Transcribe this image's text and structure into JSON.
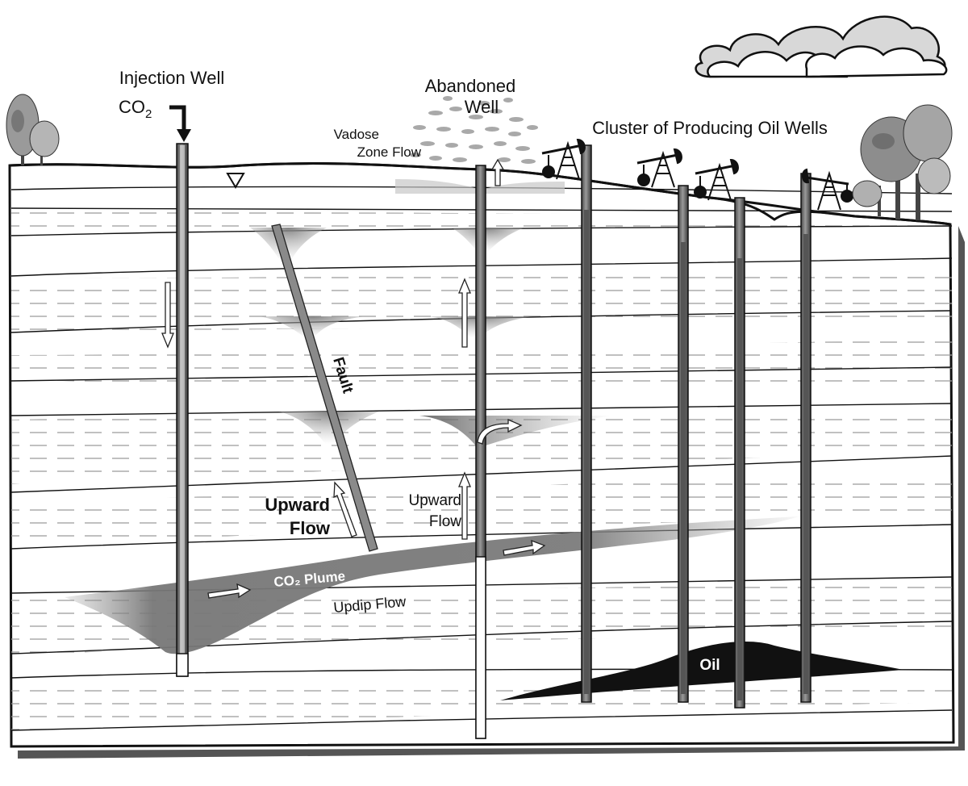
{
  "labels": {
    "injection_well": "Injection Well",
    "co2_prefix": "CO",
    "co2_sub": "2",
    "abandoned_line1": "Abandoned",
    "abandoned_line2": "Well",
    "vadose_line1": "Vadose",
    "vadose_line2": "Zone Flow",
    "producing_wells": "Cluster of Producing Oil Wells",
    "fault": "Fault",
    "upward_flow_bold_1": "Upward",
    "upward_flow_bold_2": "Flow",
    "upward_flow_1": "Upward",
    "upward_flow_2": "Flow",
    "co2_plume": "CO₂ Plume",
    "updip_flow": "Updip Flow",
    "oil": "Oil"
  },
  "colors": {
    "background": "#ffffff",
    "strata_fill": "#ffffff",
    "plume": "#7a7a7a",
    "plume_dark": "#555555",
    "oil": "#111111",
    "well_shaft": "#6e6e6e",
    "fault": "#8a8a8a",
    "ink": "#111111"
  }
}
